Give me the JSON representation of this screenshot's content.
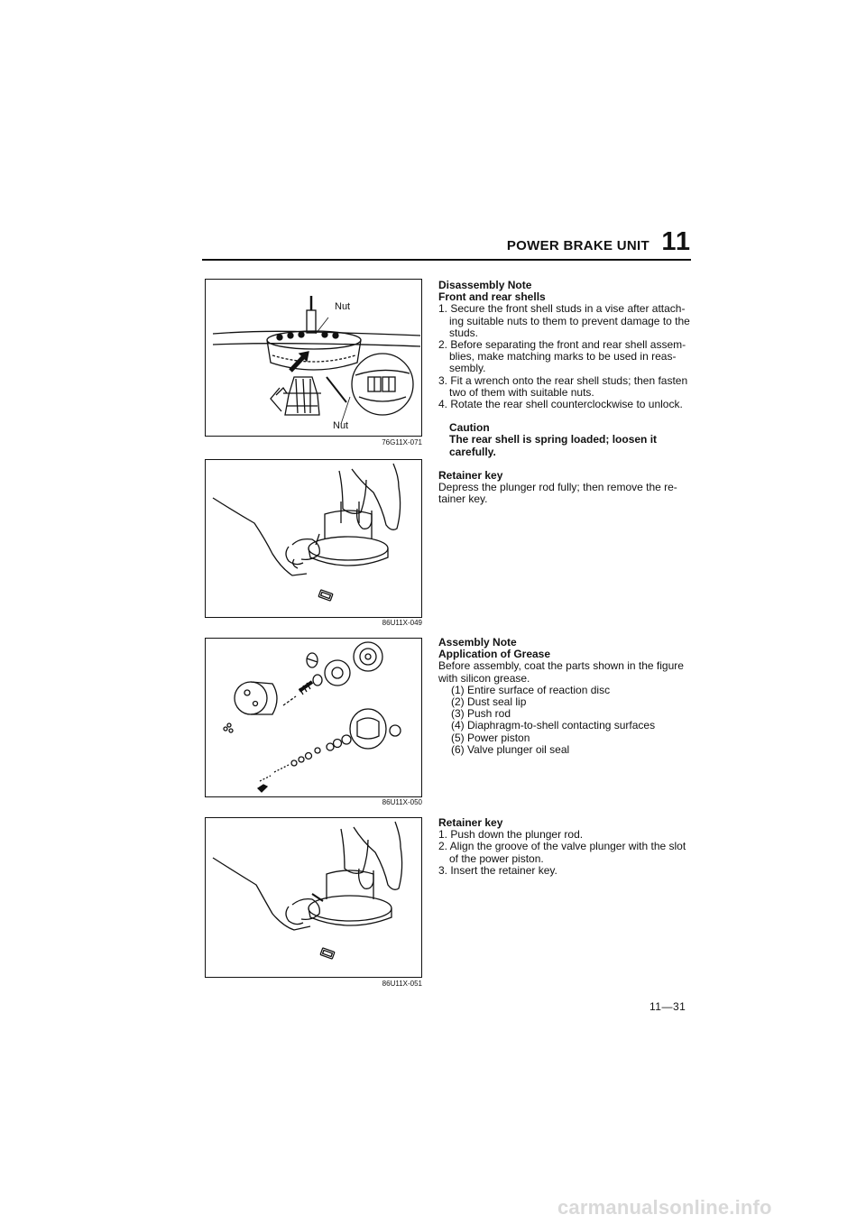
{
  "header": {
    "title": "POWER BRAKE UNIT",
    "chapter": "11"
  },
  "figures": [
    {
      "code": "76G11X-071",
      "labels": [
        "Nut",
        "Nut"
      ],
      "icon": "brake-shell-vise-illustration"
    },
    {
      "code": "86U11X-049",
      "icon": "retainer-key-removal-illustration"
    },
    {
      "code": "86U11X-050",
      "icon": "exploded-parts-grease-illustration"
    },
    {
      "code": "86U11X-051",
      "icon": "retainer-key-insertion-illustration"
    }
  ],
  "sections": {
    "disassembly": {
      "heading": "Disassembly Note",
      "subheading": "Front and rear shells",
      "steps": [
        "1. Secure the front shell studs in a vise after attach-ing suitable nuts to them to prevent damage to the studs.",
        "2. Before separating the front and rear shell assem-blies, make matching marks to be used in reas-sembly.",
        "3. Fit a wrench onto the rear shell studs; then fasten two of them with suitable nuts.",
        "4. Rotate the rear shell counterclockwise to unlock."
      ],
      "caution_title": "Caution",
      "caution_text": "The rear shell is spring loaded; loosen it carefully."
    },
    "retainer_removal": {
      "heading": "Retainer key",
      "text": "Depress the plunger rod fully; then remove the re-tainer key."
    },
    "assembly": {
      "heading": "Assembly Note",
      "subheading": "Application of Grease",
      "intro": "Before assembly, coat the parts shown in the figure with silicon grease.",
      "items": [
        "(1) Entire surface of reaction disc",
        "(2) Dust seal lip",
        "(3) Push rod",
        "(4) Diaphragm-to-shell contacting surfaces",
        "(5) Power piston",
        "(6) Valve plunger oil seal"
      ]
    },
    "retainer_install": {
      "heading": "Retainer key",
      "steps": [
        "1. Push down the plunger rod.",
        "2. Align the groove of the valve plunger with the slot of the power piston.",
        "3. Insert the retainer key."
      ]
    }
  },
  "page_number": "11—31",
  "watermark": "carmanualsonline.info"
}
